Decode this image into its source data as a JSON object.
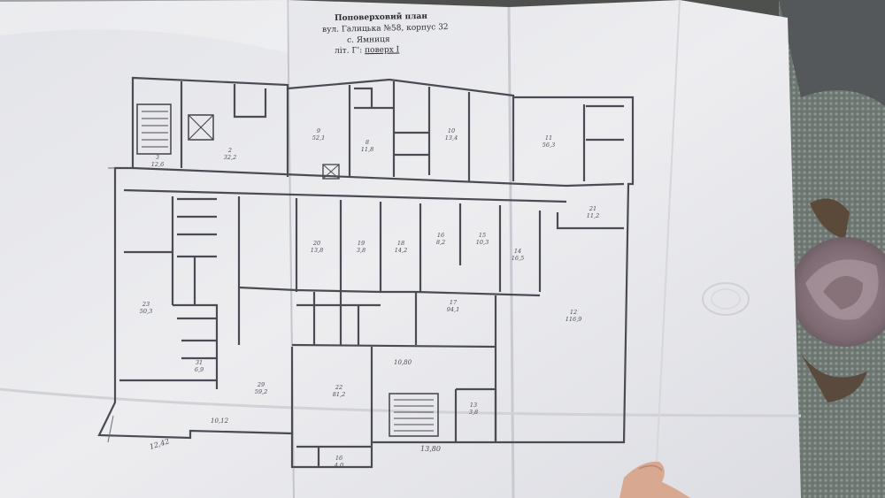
{
  "header": {
    "title": "Поповерховий план",
    "address": "вул. Галицька №58, корпус 32",
    "village": "с. Ямниця",
    "sheet_prefix": "літ. Г’: ",
    "sheet_floor": "поверх I"
  },
  "dimensions": {
    "left_total": "12,42",
    "bottom_total": "13,80",
    "south_wall": "10,12",
    "north_inner": "10,80"
  },
  "rooms": [
    {
      "no": "3",
      "area": "12,6"
    },
    {
      "no": "2",
      "area": "32,2"
    },
    {
      "no": "9",
      "area": "52,1"
    },
    {
      "no": "8",
      "area": "11,8"
    },
    {
      "no": "10",
      "area": "13,4"
    },
    {
      "no": "11",
      "area": "56,3"
    },
    {
      "no": "21",
      "area": "11,2"
    },
    {
      "no": "20",
      "area": "13,8"
    },
    {
      "no": "19",
      "area": "3,8"
    },
    {
      "no": "18",
      "area": "14,2"
    },
    {
      "no": "16",
      "area": "8,2"
    },
    {
      "no": "15",
      "area": "10,3"
    },
    {
      "no": "14",
      "area": "16,5"
    },
    {
      "no": "17",
      "area": "94,1"
    },
    {
      "no": "12",
      "area": "116,9"
    },
    {
      "no": "23",
      "area": "50,3"
    },
    {
      "no": "22",
      "area": "81,2"
    },
    {
      "no": "29",
      "area": "59,2"
    },
    {
      "no": "13",
      "area": "3,8"
    },
    {
      "no": "16",
      "area": "4,0"
    },
    {
      "no": "31",
      "area": "6,9"
    }
  ],
  "colors": {
    "paper": "#e9e9ec",
    "paper_shadow": "#cfd0d6",
    "ink": "#4a4c55",
    "background": "#5d5f5c",
    "fabric": "#6f7972"
  }
}
